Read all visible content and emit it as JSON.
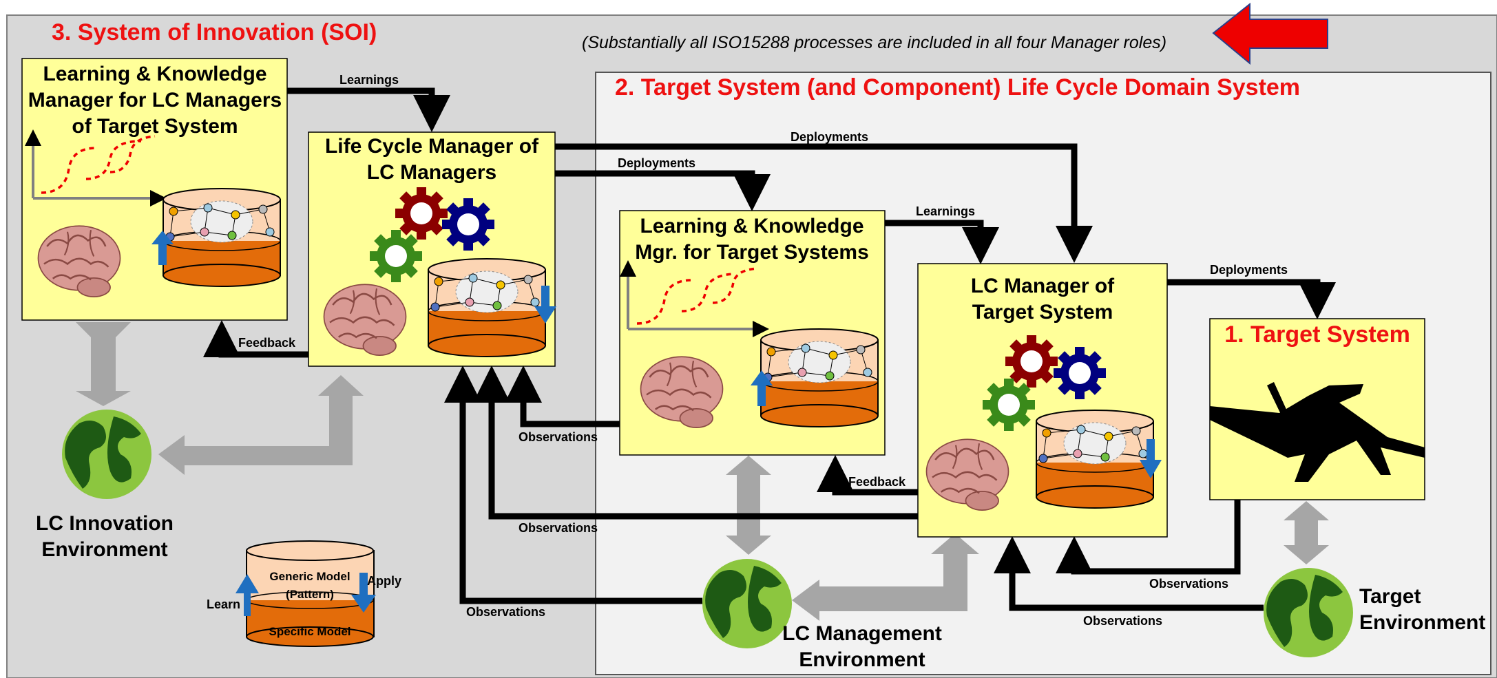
{
  "soi": {
    "title": "3.  System of Innovation (SOI)"
  },
  "note": {
    "text": "(Substantially all ISO15288 processes are included in all four Manager roles)"
  },
  "domain": {
    "title": "2.  Target System (and Component)  Life Cycle Domain System"
  },
  "box_lkm_lc": {
    "line1": "Learning & Knowledge",
    "line2": "Manager for LC Managers",
    "line3": "of Target System"
  },
  "box_lcm_lcm": {
    "line1": "Life Cycle Manager of",
    "line2": "LC Managers"
  },
  "box_lkm_ts": {
    "line1": "Learning & Knowledge",
    "line2": "Mgr. for Target Systems"
  },
  "box_lcm_ts": {
    "line1": "LC Manager of",
    "line2": "Target System"
  },
  "box_ts": {
    "title": "1. Target System"
  },
  "env_innovation": {
    "line1": "LC Innovation",
    "line2": "Environment"
  },
  "env_management": {
    "line1": "LC Management",
    "line2": "Environment"
  },
  "env_target": {
    "line1": "Target",
    "line2": "Environment"
  },
  "legend": {
    "top": "Generic Model",
    "top2": "(Pattern)",
    "bottom": "Specific Model",
    "learn": "Learn",
    "apply": "Apply"
  },
  "flows": {
    "learnings_1": "Learnings",
    "learnings_2": "Learnings",
    "deployments_1": "Deployments",
    "deployments_2": "Deployments",
    "deployments_3": "Deployments",
    "feedback_1": "Feedback",
    "feedback_2": "Feedback",
    "observations_1": "Observations",
    "observations_2": "Observations",
    "observations_3": "Observations",
    "observations_4": "Observations",
    "observations_5": "Observations"
  },
  "colors": {
    "panel_yellow": "#ffff99",
    "title_red": "#ee1111",
    "model_orange": "#e36c0a",
    "model_peach": "#fcd5b4",
    "arrow_blue": "#1f6fc0"
  }
}
